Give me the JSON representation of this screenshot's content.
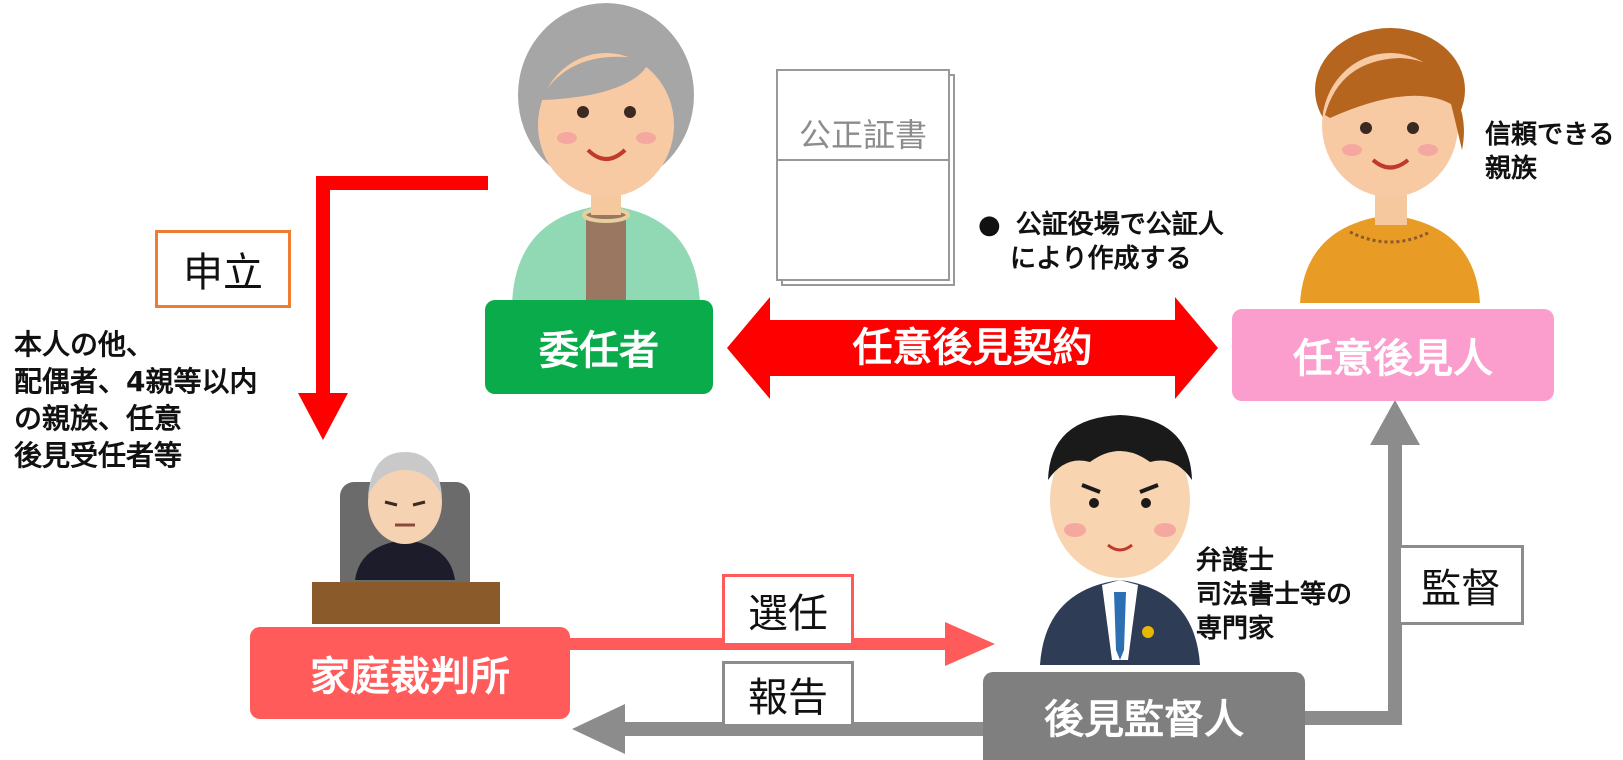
{
  "nodes": {
    "principal": "委任者",
    "guardian": "任意後見人",
    "court": "家庭裁判所",
    "supervisor": "後見監督人"
  },
  "edges": {
    "contract": "任意後見契約",
    "petition": "申立",
    "appointment": "選任",
    "report": "報告",
    "supervision": "監督"
  },
  "document": {
    "title": "公正証書",
    "note": [
      "公証役場で公証人",
      "により作成する"
    ]
  },
  "annotations": {
    "petitioners": [
      "本人の他、",
      "配偶者、4親等以内",
      "の親族、任意",
      "後見受任者等"
    ],
    "guardian_note": [
      "信頼できる",
      "親族"
    ],
    "supervisor_note": [
      "弁護士",
      "司法書士等の",
      "専門家"
    ]
  },
  "colors": {
    "principal": "#0aab4b",
    "guardian": "#fb9dcd",
    "court": "#ff5b5b",
    "supervisor": "#7f7f7f",
    "red_arrow": "#ff0000",
    "gray_arrow": "#8c8c8c",
    "petition_frame": "#ed7d31",
    "appointment_frame": "#ff5b5b",
    "gray_frame": "#8c8c8c"
  },
  "icons": [
    "elderly-woman-icon",
    "young-woman-icon",
    "judge-icon",
    "lawyer-icon",
    "document-icon"
  ]
}
